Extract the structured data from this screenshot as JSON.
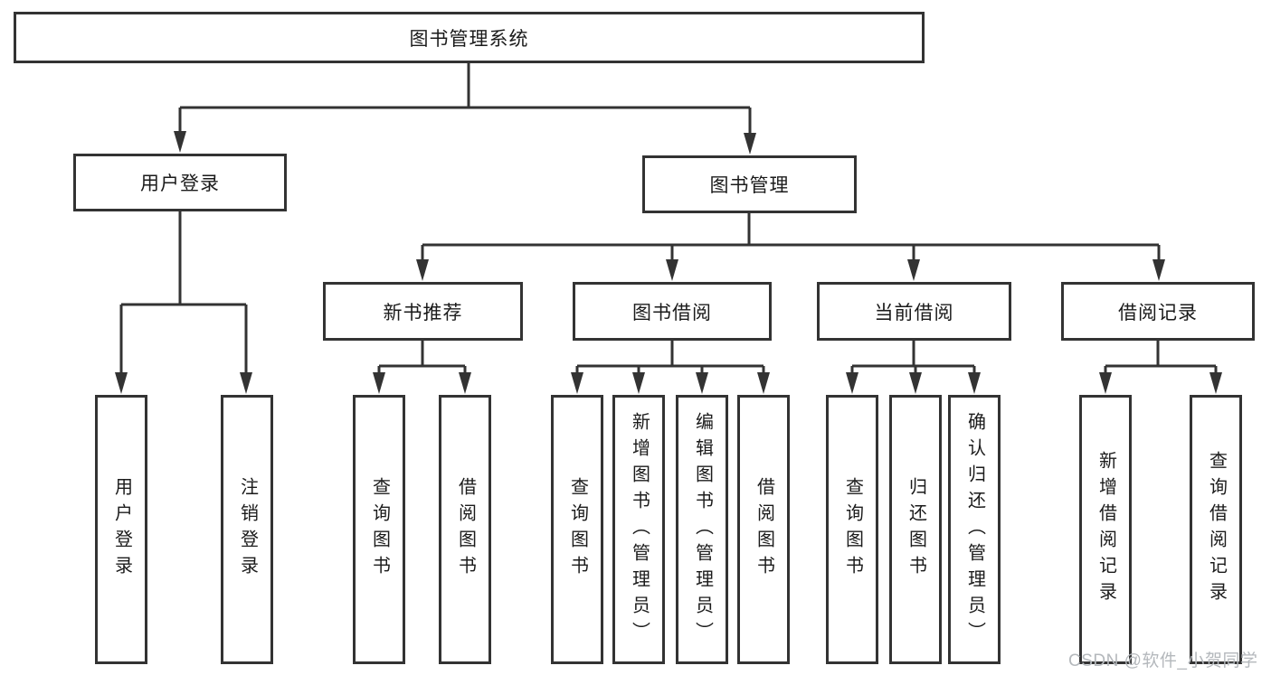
{
  "diagram": {
    "root": "图书管理系统",
    "branches": [
      {
        "label": "用户登录",
        "children": [
          "用户登录",
          "注销登录"
        ]
      },
      {
        "label": "图书管理",
        "groups": [
          {
            "label": "新书推荐",
            "children": [
              "查询图书",
              "借阅图书"
            ]
          },
          {
            "label": "图书借阅",
            "children": [
              "查询图书",
              "新增图书（管理员）",
              "编辑图书（管理员）",
              "借阅图书"
            ]
          },
          {
            "label": "当前借阅",
            "children": [
              "查询图书",
              "归还图书",
              "确认归还（管理员）"
            ]
          },
          {
            "label": "借阅记录",
            "children": [
              "新增借阅记录",
              "查询借阅记录"
            ]
          }
        ]
      }
    ]
  },
  "watermark": {
    "text": "CSDN @软件_小贺同学"
  },
  "colors": {
    "line": "#333333",
    "text": "#1b1b1b",
    "watermark": "#b4b8bc",
    "background": "#ffffff"
  }
}
